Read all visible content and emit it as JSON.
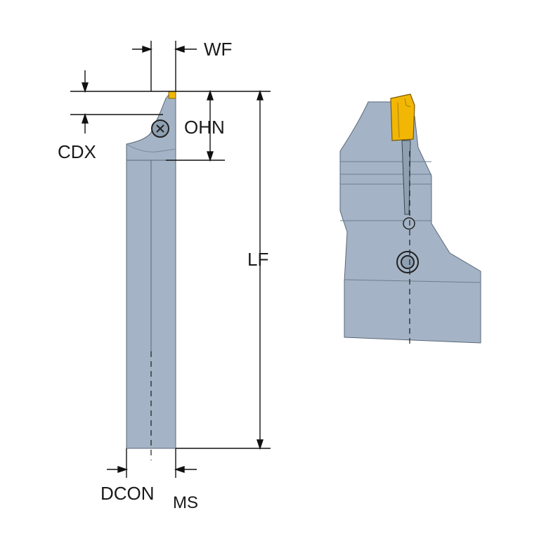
{
  "diagram": {
    "labels": {
      "wf": "WF",
      "cdx": "CDX",
      "ohn": "OHN",
      "lf": "LF",
      "dcon": "DCON",
      "dcon_subscript": "MS"
    }
  },
  "colors": {
    "tool_body": "#a4b4c6",
    "tool_body_light": "#b9c7d5",
    "tool_outline": "#4b5a6a",
    "insert": "#f2b705",
    "insert_dark": "#c98f00",
    "dimension_line": "#111111",
    "background": "#ffffff"
  }
}
